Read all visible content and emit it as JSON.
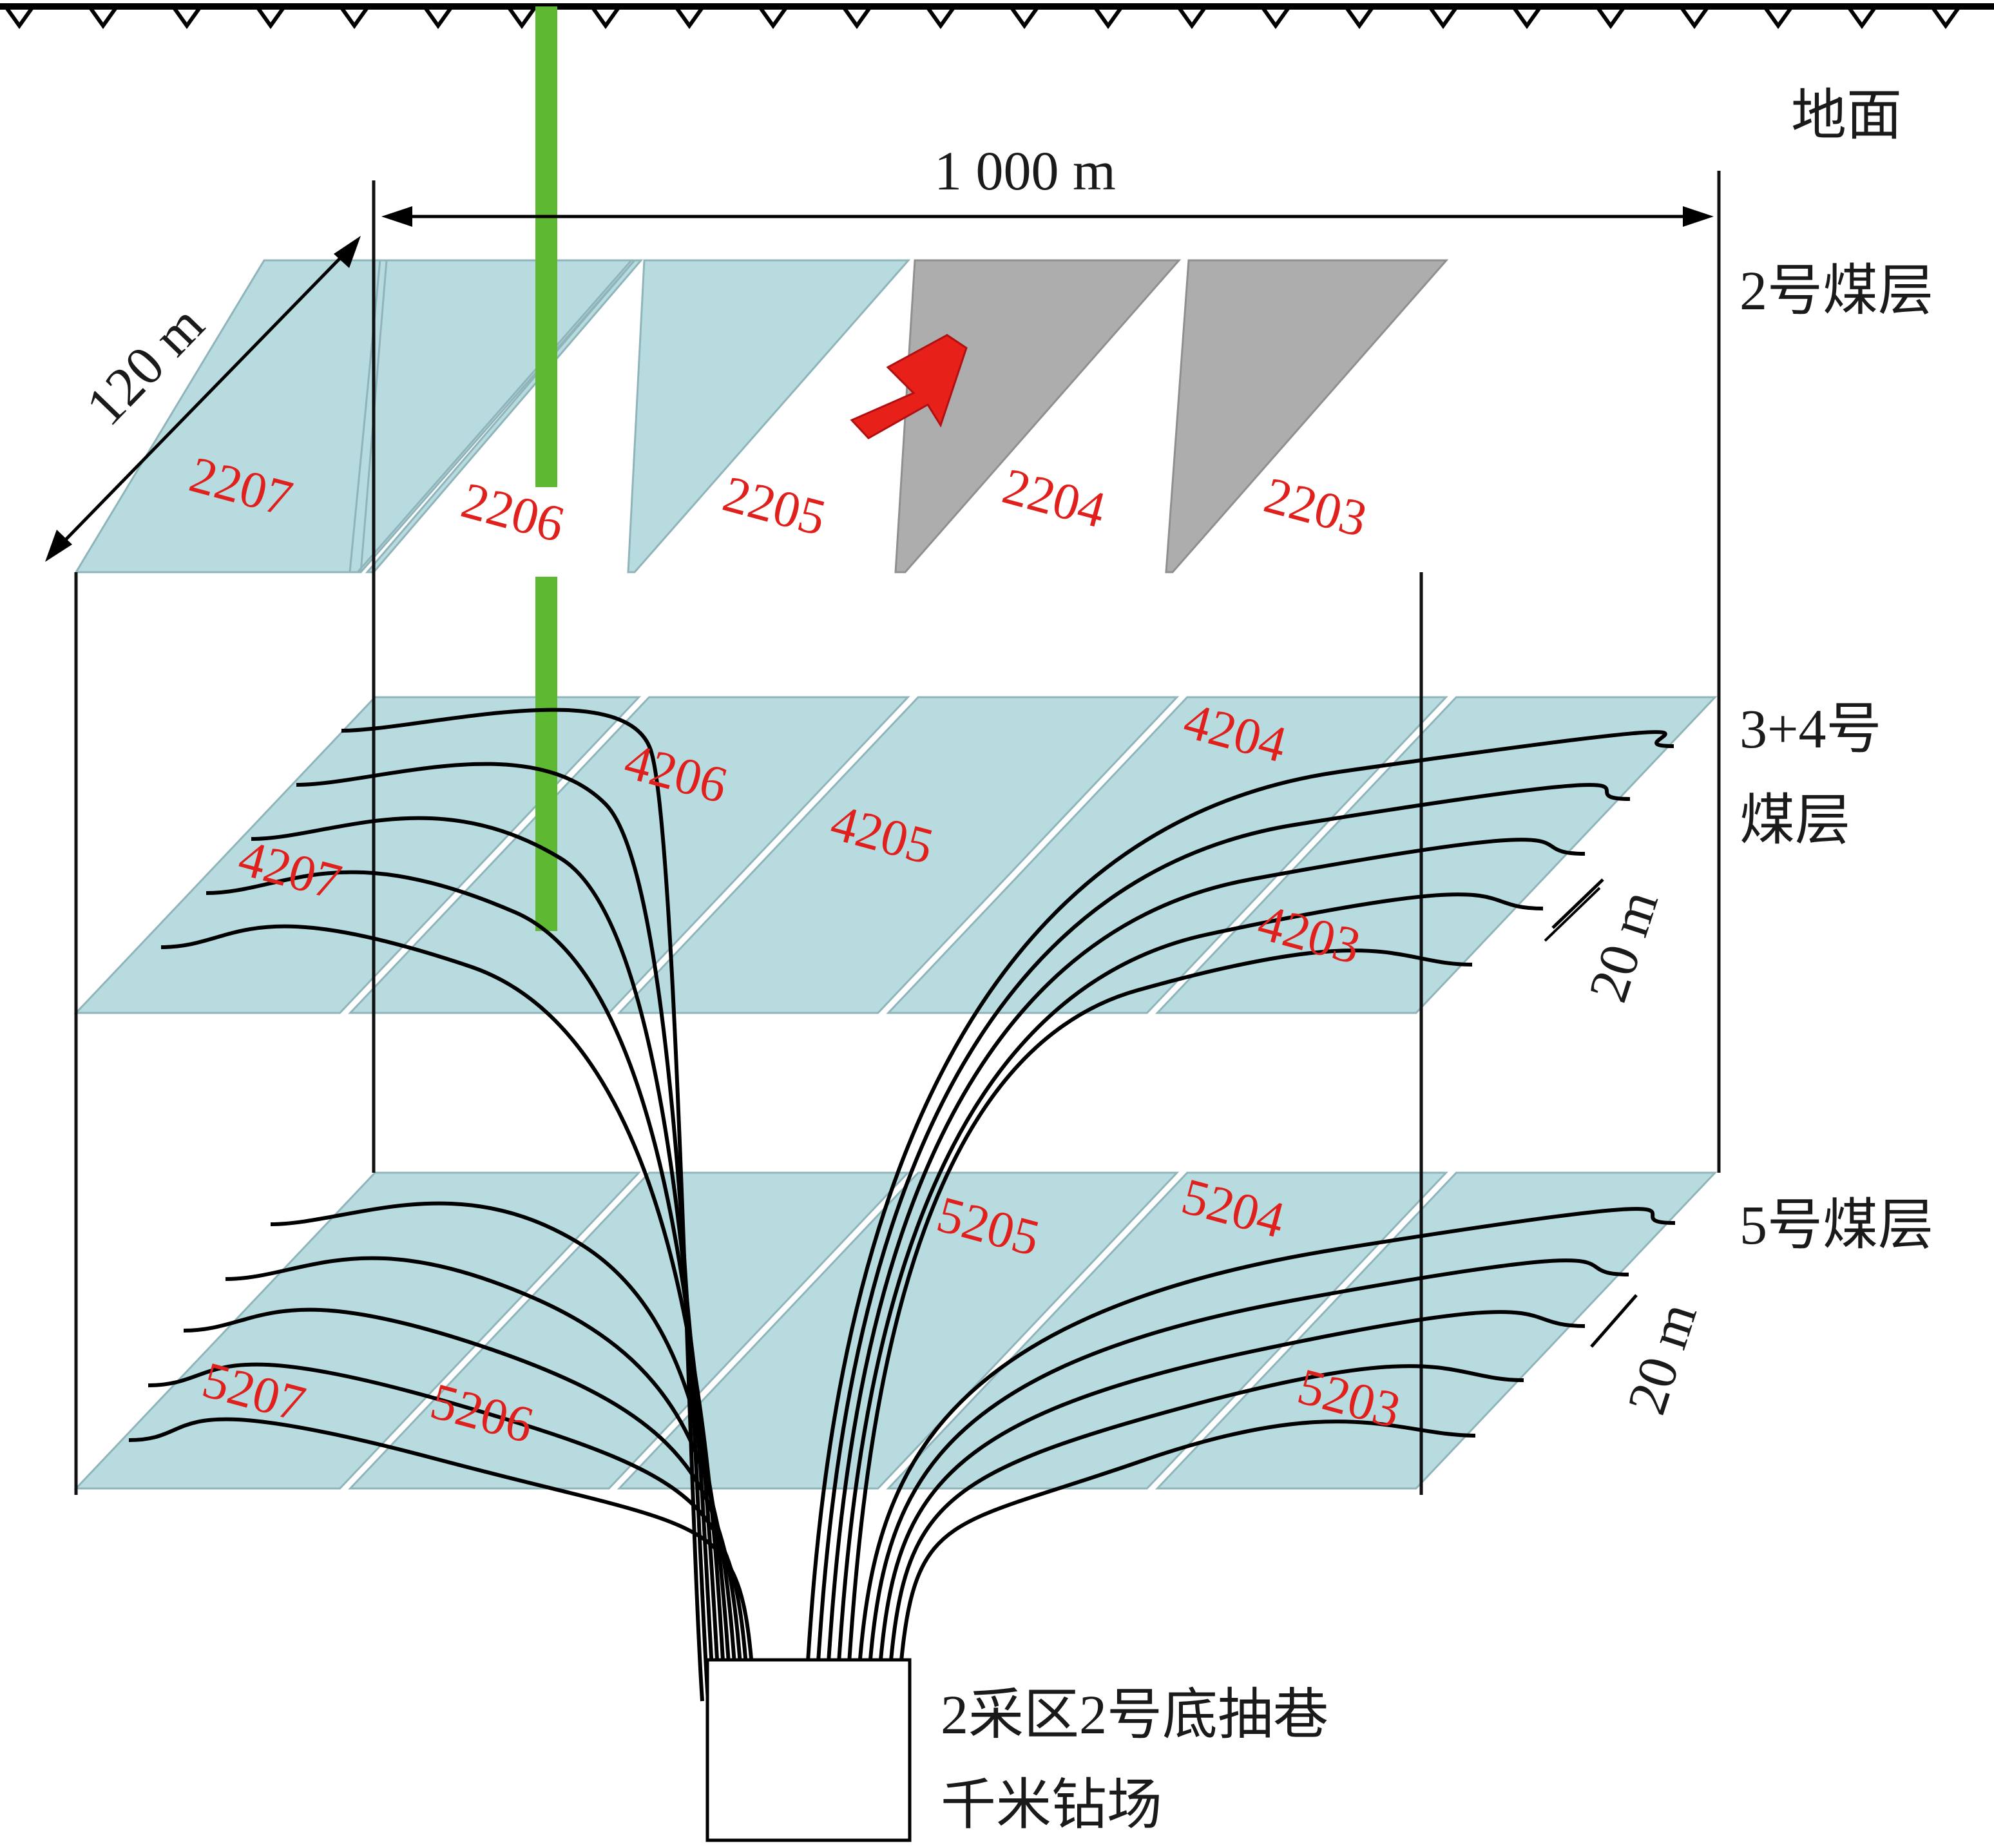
{
  "surface": {
    "label": "地面"
  },
  "dimensions": {
    "width_label": "1 000 m",
    "depth_label": "120 m",
    "spacing_34_label": "20 m",
    "spacing_5_label": "20 m"
  },
  "seams": [
    {
      "id": "seam2",
      "label": "2号煤层",
      "panels": [
        "2207",
        "2206",
        "2205",
        "2204",
        "2203"
      ]
    },
    {
      "id": "seam34",
      "label_line1": "3+4号",
      "label_line2": "煤层",
      "panels": [
        "4207",
        "4206",
        "4205",
        "4204",
        "4203"
      ]
    },
    {
      "id": "seam5",
      "label": "5号煤层",
      "panels": [
        "5207",
        "5206",
        "5205",
        "5204",
        "5203"
      ]
    }
  ],
  "drill_site": {
    "label_line1": "2采区2号底抽巷",
    "label_line2": "千米钻场"
  },
  "colors": {
    "panel": "#b8dbe0",
    "mined_out": "#adadad",
    "panel_label": "#e0201c",
    "surface_well": "#5fb832",
    "advance_arrow": "#e8201a"
  }
}
